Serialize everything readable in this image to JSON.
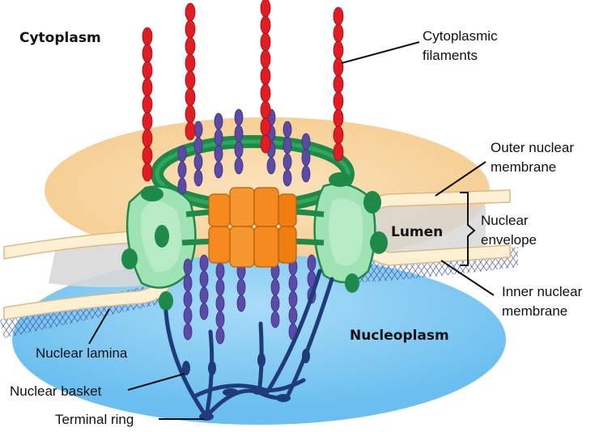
{
  "labels": {
    "cytoplasm": "Cytoplasm",
    "cytoplasmic_filaments_line1": "Cytoplasmic",
    "cytoplasmic_filaments_line2": "filaments",
    "outer_membrane_line1": "Outer nuclear",
    "outer_membrane_line2": "membrane",
    "lumen": "Lumen",
    "nuclear_envelope_line1": "Nuclear",
    "nuclear_envelope_line2": "envelope",
    "inner_membrane_line1": "Inner nuclear",
    "inner_membrane_line2": "membrane",
    "nucleoplasm": "Nucleoplasm",
    "nuclear_lamina": "Nuclear lamina",
    "nuclear_basket": "Nuclear basket",
    "terminal_ring": "Terminal ring"
  },
  "colors": {
    "cytoplasm_bg": "#f9ddb0",
    "nucleoplasm_bg": "#8fd0f5",
    "membrane": "#fdf0d2",
    "membrane_edge": "#d9b98a",
    "lamina": "#3a4fa8",
    "filament_red": "#e31b23",
    "ring_green": "#1e8a4a",
    "ring_light_green": "#9fe3b5",
    "central_orange": "#f58a1f",
    "spoke_purple": "#5b4aa8",
    "basket_navy": "#1f3b7a"
  }
}
